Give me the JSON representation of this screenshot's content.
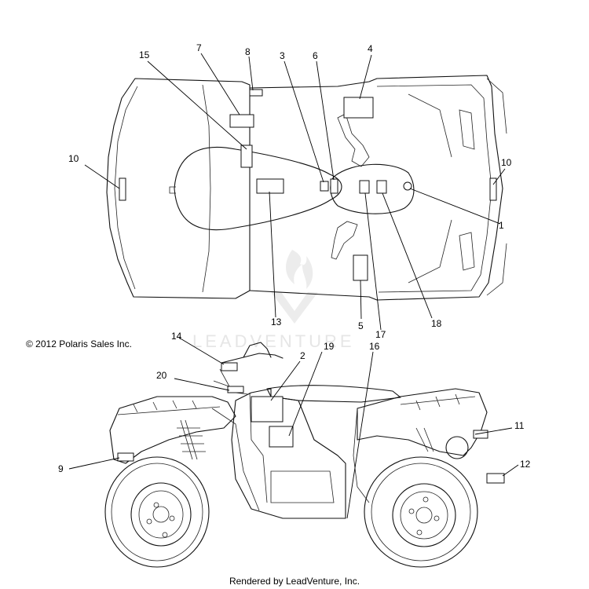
{
  "copyright": "© 2012 Polaris Sales Inc.",
  "watermark": "LEADVENTURE",
  "footer": "Rendered by LeadVenture, Inc.",
  "callouts": {
    "c1": "1",
    "c2": "2",
    "c3": "3",
    "c4": "4",
    "c5": "5",
    "c6": "6",
    "c7": "7",
    "c8": "8",
    "c9": "9",
    "c10a": "10",
    "c10b": "10",
    "c11": "11",
    "c12": "12",
    "c13": "13",
    "c14": "14",
    "c15": "15",
    "c16": "16",
    "c17": "17",
    "c18": "18",
    "c19": "19",
    "c20": "20"
  }
}
